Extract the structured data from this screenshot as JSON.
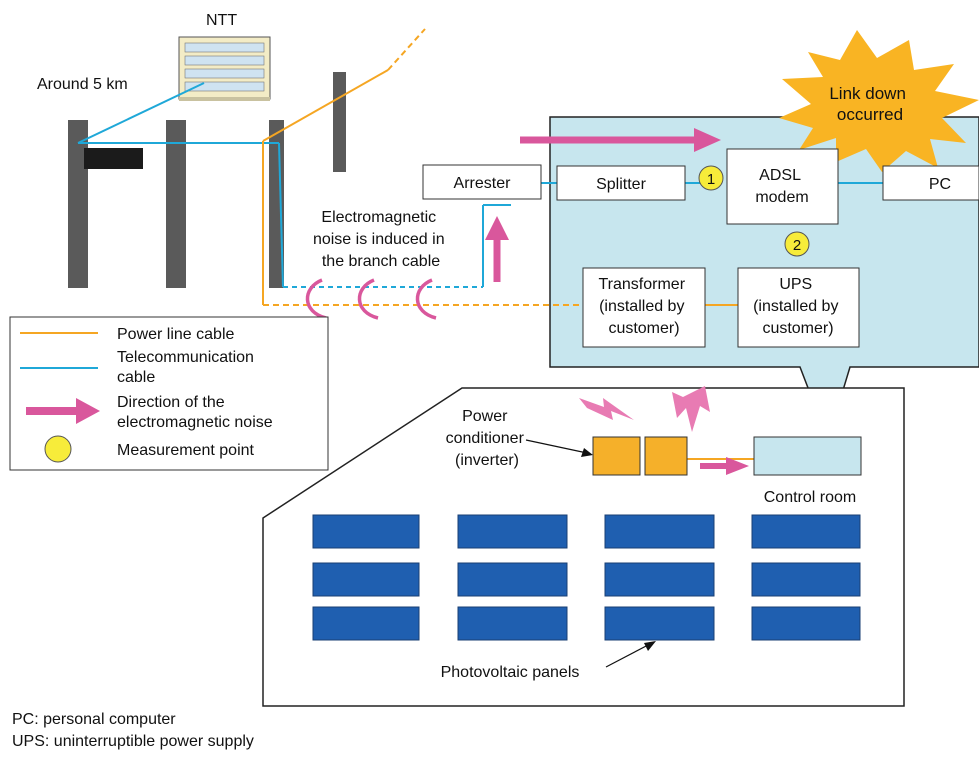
{
  "labels": {
    "ntt": "NTT",
    "distance": "Around 5 km",
    "link_down": [
      "Link down",
      "occurred"
    ],
    "arrester": "Arrester",
    "splitter": "Splitter",
    "modem": [
      "ADSL",
      "modem"
    ],
    "pc": "PC",
    "noise_note": [
      "Electromagnetic",
      "noise is induced in",
      "the branch cable"
    ],
    "transformer": [
      "Transformer",
      "(installed by",
      "customer)"
    ],
    "ups": [
      "UPS",
      "(installed by",
      "customer)"
    ],
    "point1": "1",
    "point2": "2",
    "power_conditioner": [
      "Power",
      "conditioner",
      "(inverter)"
    ],
    "control_room": "Control room",
    "pv_panels": "Photovoltaic panels"
  },
  "legend": {
    "power_line": "Power line cable",
    "telecom": [
      "Telecommunication",
      "cable"
    ],
    "noise_direction": [
      "Direction of the",
      "electromagnetic noise"
    ],
    "measurement": "Measurement point"
  },
  "footnotes": [
    "PC: personal computer",
    "UPS: uninterruptible power supply"
  ],
  "colors": {
    "power_line": "#f5a623",
    "telecom": "#1fa8d8",
    "noise_arrow": "#d9579c",
    "measurement": "#f7ec3a",
    "customer_area": "#c7e6ee",
    "pole": "#5a5a5a",
    "panel": "#1f5fb0",
    "conditioner": "#f5b02a",
    "starburst": "#f9b423"
  }
}
